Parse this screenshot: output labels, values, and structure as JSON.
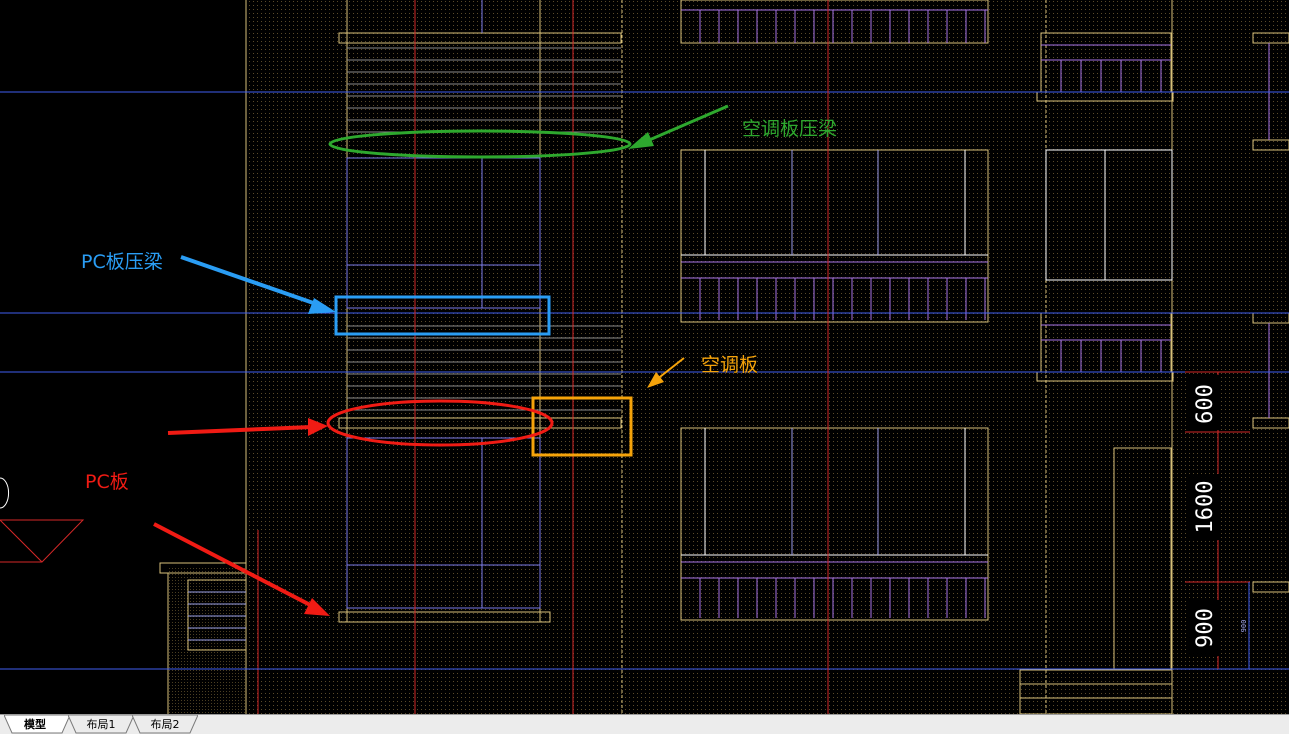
{
  "annotations": {
    "ac_beam": "空调板压梁",
    "pc_beam": "PC板压梁",
    "ac_slab": "空调板",
    "pc_slab": "PC板"
  },
  "dimensions": {
    "dim_600": "600",
    "dim_1600": "1600",
    "dim_900": "900",
    "small_900": "900"
  },
  "colors": {
    "green": "#2ea82e",
    "blue": "#2a9df4",
    "orange": "#f5a30a",
    "red": "#f01b14",
    "drawing_yellow": "#d8c17a",
    "axis_blue": "#3f5ef0",
    "axis_red": "#d52828",
    "window_violet": "#a873e6"
  },
  "tabs": [
    {
      "label": "模型",
      "active": true
    },
    {
      "label": "布局1",
      "active": false
    },
    {
      "label": "布局2",
      "active": false
    }
  ]
}
